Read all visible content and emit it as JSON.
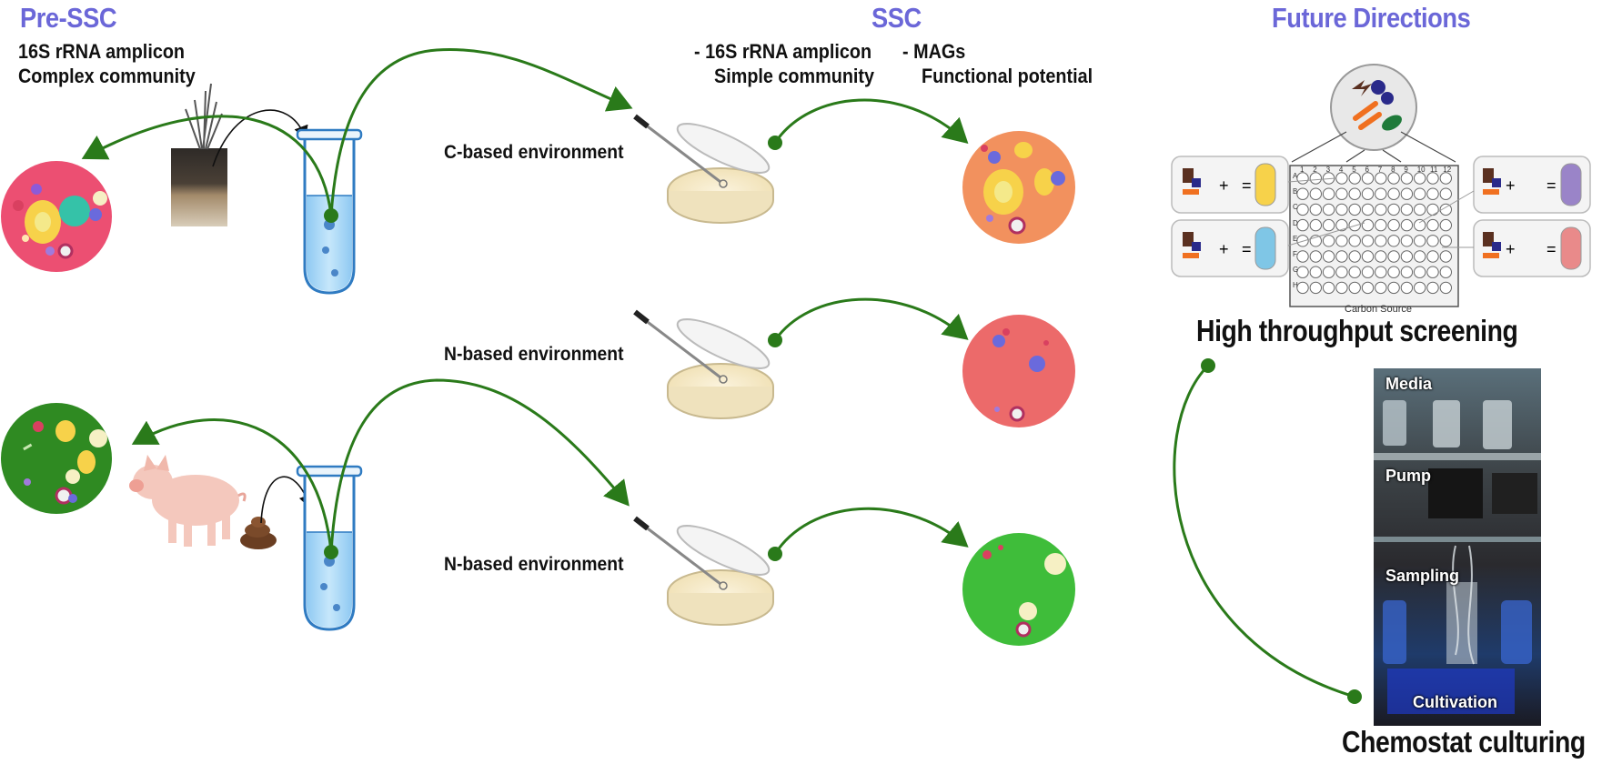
{
  "pre_ssc": {
    "header": "Pre-SSC",
    "line1": "16S rRNA amplicon",
    "line2": "Complex community"
  },
  "ssc": {
    "header": "SSC",
    "col1_line1": "- 16S rRNA amplicon",
    "col1_line2": "Simple community",
    "col2_line1": "- MAGs",
    "col2_line2": "Functional potential"
  },
  "environments": [
    {
      "label": "C-based environment"
    },
    {
      "label": "N-based environment"
    },
    {
      "label": "N-based environment"
    }
  ],
  "future": {
    "header": "Future Directions",
    "screening_label": "High throughput screening",
    "carbon_source_label": "Carbon Source",
    "plate_rows": [
      "A",
      "B",
      "C",
      "D",
      "E",
      "F",
      "G",
      "H"
    ],
    "plate_cols": [
      "1",
      "2",
      "3",
      "4",
      "5",
      "6",
      "7",
      "8",
      "9",
      "10",
      "11",
      "12"
    ],
    "chemostat_label": "Chemostat culturing",
    "photo_labels": {
      "media": "Media",
      "pump": "Pump",
      "sampling": "Sampling",
      "cultivation": "Cultivation"
    }
  },
  "colors": {
    "arrow_green": "#2a7a1a",
    "header_purple": "#6b67d8",
    "community_pink": "#ec4f72",
    "community_orange": "#f2915e",
    "community_red": "#ec6a6a",
    "community_green": "#2f8a22",
    "community_bright_green": "#3fbd3a",
    "tube_blue": "#a9d8f7"
  }
}
